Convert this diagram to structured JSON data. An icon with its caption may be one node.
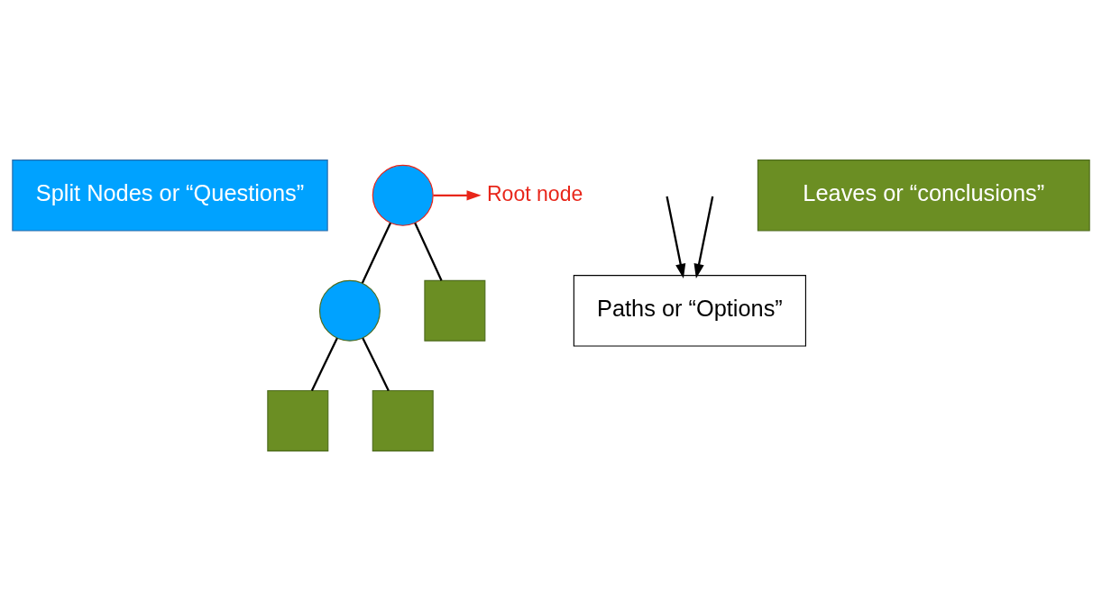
{
  "diagram": {
    "nodes": [
      {
        "text": [
          "Split Nodes or “Questions”"
        ]
      },
      {
        "text": [],
        "shape": "circle"
      },
      {
        "text": [
          "Root node"
        ]
      },
      {
        "text": [
          "Paths or “Options”"
        ]
      },
      {
        "text": [],
        "shape": "circle"
      },
      {
        "text": [],
        "shape": "box"
      },
      {
        "text": [],
        "shape": "box"
      },
      {
        "text": [],
        "shape": "box"
      },
      {
        "text": [
          "Leaves or “conclusions”"
        ]
      }
    ],
    "edges": [
      {
        "from": 1,
        "to": 2,
        "arrow": "to",
        "color": "#e8261a"
      },
      {
        "from": null,
        "to": 3,
        "arrow": "to"
      },
      {
        "from": null,
        "to": 3,
        "arrow": "to"
      },
      {
        "from": 1,
        "to": 4,
        "arrow": "none"
      },
      {
        "from": 1,
        "to": 5,
        "arrow": "none"
      },
      {
        "from": 4,
        "to": 6,
        "arrow": "none"
      },
      {
        "from": 4,
        "to": 7,
        "arrow": "none"
      }
    ]
  }
}
